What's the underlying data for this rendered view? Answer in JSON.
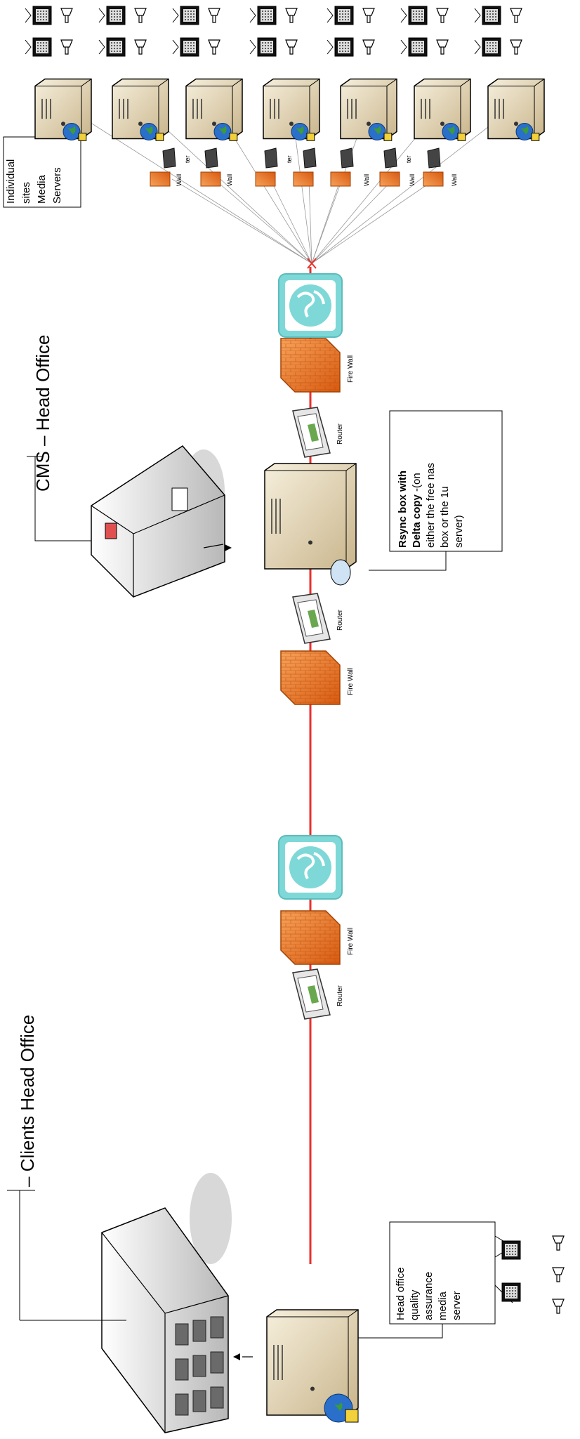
{
  "labels": {
    "clients_head_office": "– Clients Head Office",
    "cms_head_office": "CMS – Head Office",
    "individual_sites": [
      "Individual",
      "sites",
      "Media",
      "Servers"
    ],
    "rsync_bold": [
      "Rsync box with",
      "Delta copy"
    ],
    "rsync_rest": " -(on",
    "rsync_lines": [
      "either the free nas",
      "box or the 1u",
      "server)"
    ],
    "head_office_qa": [
      "Head office",
      "quality",
      "assurance",
      "media",
      "server"
    ],
    "fire_wall": "Fire Wall",
    "router": "Router",
    "wall_short": "Wall",
    "ter_short": "ter"
  },
  "colors": {
    "backbone": "#e8302c",
    "firewall": "#ee7a1e",
    "internet": "#7fd8d8",
    "server": "#e8dcc0",
    "globe": "#2a6fc9"
  }
}
